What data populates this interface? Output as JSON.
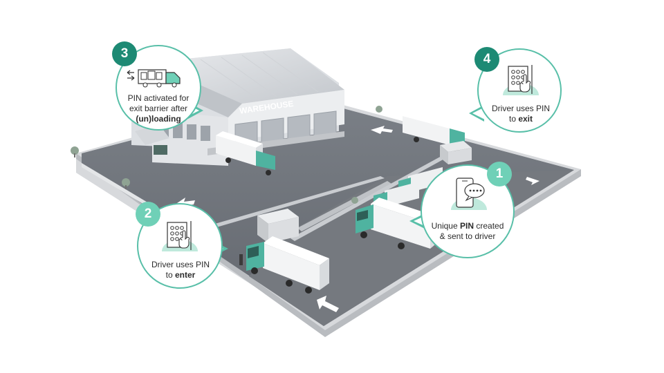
{
  "scene": {
    "building_sign": "WAREHOUSE"
  },
  "steps": [
    {
      "number": "1",
      "icon": "phone-message-icon",
      "text_pre": "Unique ",
      "text_bold": "PIN",
      "text_post": " created",
      "text_line2": "& sent to driver"
    },
    {
      "number": "2",
      "icon": "keypad-icon",
      "text_line1": "Driver uses PIN",
      "text_pre": "to ",
      "text_bold": "enter"
    },
    {
      "number": "3",
      "icon": "truck-icon",
      "text_line1": "PIN activated for",
      "text_line2": "exit barrier after",
      "text_bold": "(un)loading"
    },
    {
      "number": "4",
      "icon": "keypad-icon",
      "text_line1": "Driver uses PIN",
      "text_pre": "to ",
      "text_bold": "exit"
    }
  ],
  "colors": {
    "accent": "#58bfa8",
    "badge_light": "#6fd0b7",
    "badge_dark": "#1d8a74",
    "ground": "#6d7279",
    "truck_cab": "#4fb3a0"
  }
}
